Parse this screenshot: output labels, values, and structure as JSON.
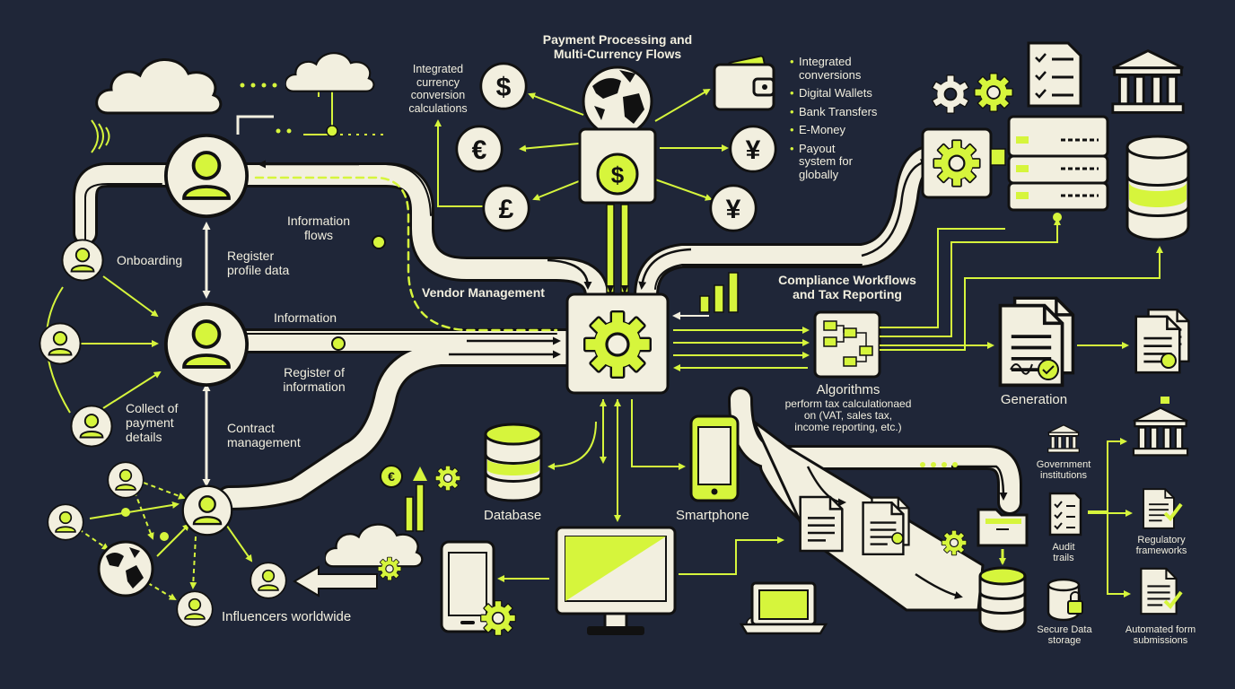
{
  "colors": {
    "background": "#1f2638",
    "path": "#f2efdf",
    "accent": "#d6f53c",
    "outline": "#111111"
  },
  "titles": {
    "payment": "Payment Processing and\nMulti-Currency Flows",
    "compliance": "Compliance Workflows\nand Tax Reporting",
    "vendor": "Vendor Management"
  },
  "labels": {
    "integrated_calc": "Integrated\ncurrency\nconversion\ncalculations",
    "info_flows": "Information\nflows",
    "onboarding": "Onboarding",
    "register_profile": "Register\nprofile data",
    "information": "Information",
    "register_info": "Register of\ninformation",
    "collect_payment": "Collect of\npayment\ndetails",
    "contract": "Contract\nmanagement",
    "influencers": "Influencers worldwide",
    "database": "Database",
    "smartphone": "Smartphone",
    "algorithms": "Algorithms",
    "algorithms_desc": "perform tax calculationaed\non (VAT, sales tax,\nincome reporting, etc.)",
    "generation": "Generation",
    "government": "Government\ninstitutions",
    "audit": "Audit\ntrails",
    "secure": "Secure Data\nstorage",
    "regulatory": "Regulatory\nframeworks",
    "automated": "Automated form\nsubmissions"
  },
  "payment_methods": [
    "Integrated\nconversions",
    "Digital Wallets",
    "Bank Transfers",
    "E-Money",
    "Payout\nsystem for\nglobally"
  ],
  "currency_symbols": {
    "dollar": "$",
    "euro": "€",
    "pound": "£",
    "yen": "¥",
    "yen2": "¥",
    "hub_dollar": "$",
    "small_euro": "€"
  },
  "icons": [
    "cloud-icon",
    "user-icon",
    "globe-icon",
    "coin-icon",
    "wallet-icon",
    "gear-icon",
    "server-icon",
    "document-icon",
    "bank-icon",
    "database-icon",
    "smartphone-icon",
    "monitor-icon",
    "laptop-icon",
    "bar-chart-icon",
    "folder-icon",
    "checklist-icon",
    "lock-icon",
    "algorithm-icon"
  ]
}
